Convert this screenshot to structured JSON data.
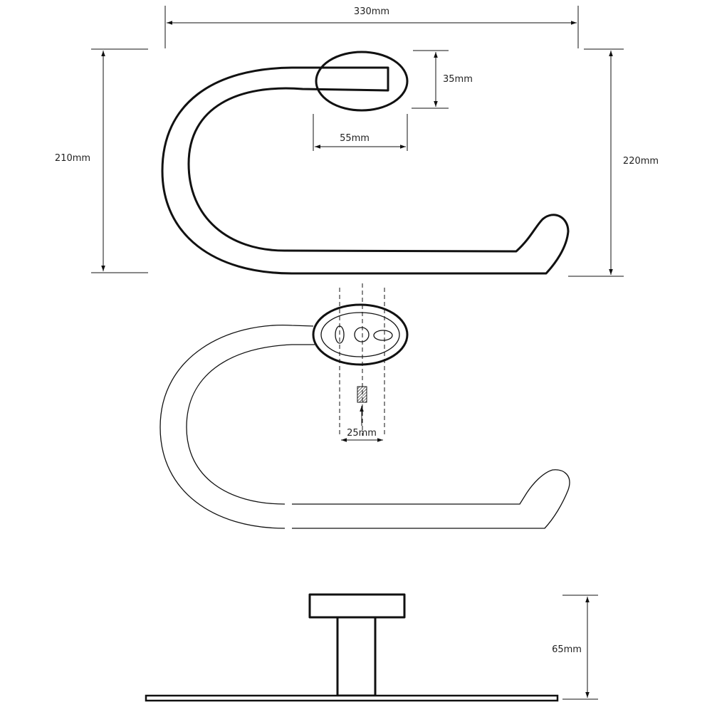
{
  "dimensions": {
    "overall_width": "330mm",
    "height_left": "210mm",
    "height_right": "220mm",
    "base_height": "35mm",
    "base_width": "55mm",
    "fixing_spacing": "25mm",
    "projection": "65mm"
  },
  "colors": {
    "line": "#111111",
    "background": "#ffffff"
  }
}
